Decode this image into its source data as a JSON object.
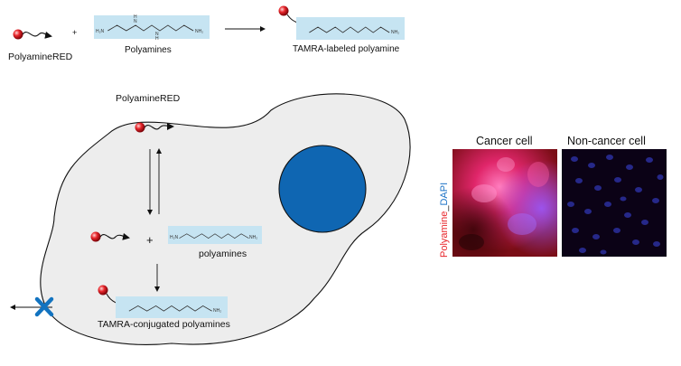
{
  "top_row": {
    "reagent_label": "PolyamineRED",
    "plus": "+",
    "polyamines_label": "Polyamines",
    "product_label": "TAMRA-labeled polyamine"
  },
  "cell_diagram": {
    "top_label": "PolyamineRED",
    "plus": "+",
    "polyamines_label": "polyamines",
    "conjugate_label": "TAMRA-conjugated polyamines"
  },
  "chem": {
    "h2n": "H₂N",
    "nh2": "NH₂",
    "n": "N",
    "h": "H"
  },
  "micrographs": {
    "cancer_title": "Cancer cell",
    "noncancer_title": "Non-cancer cell",
    "stain_red": "Polyamine",
    "stain_sep": "_",
    "stain_blue": "DAPI"
  },
  "colors": {
    "bead": "#d0121b",
    "polyamine_box": "#c6e4f2",
    "nucleus": "#0f66b2",
    "cell_fill": "#ededed",
    "block_x": "#1273c0",
    "stain_red": "#e8262b",
    "stain_blue": "#1d73c6"
  },
  "icons": [
    "sphere-bead-icon",
    "curved-arrow-icon",
    "block-x-icon"
  ]
}
